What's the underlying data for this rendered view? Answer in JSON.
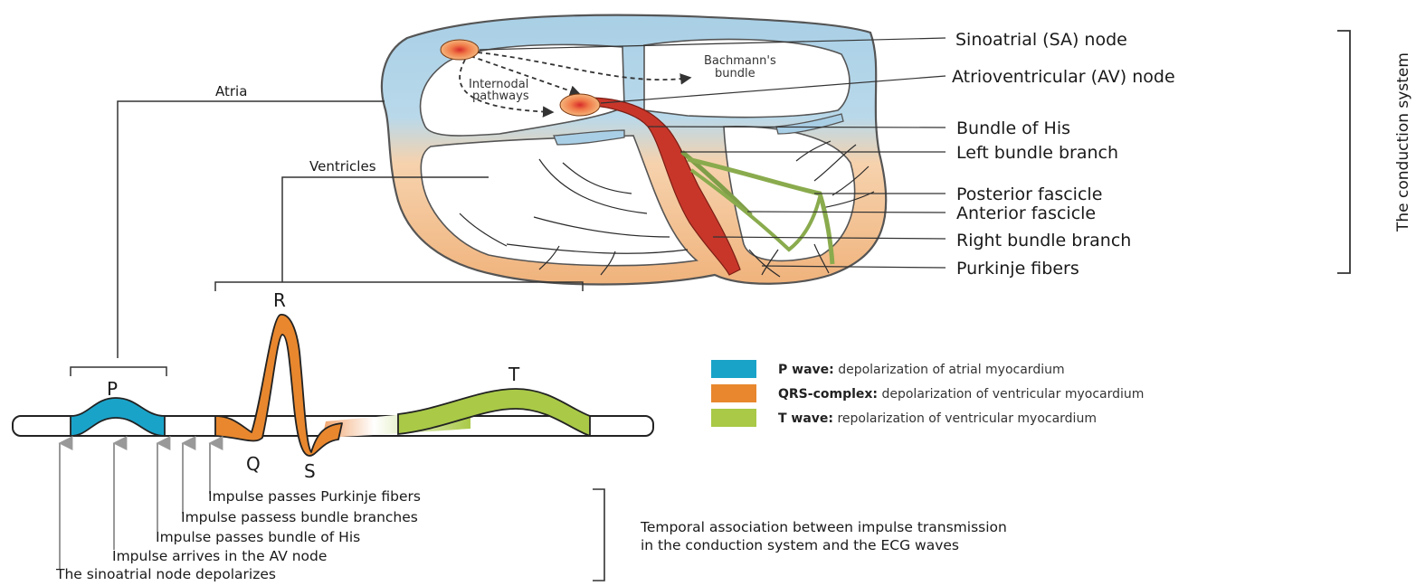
{
  "heart": {
    "internodal": [
      "Internodal",
      "pathways"
    ],
    "bachmann": [
      "Bachmann's",
      "bundle"
    ]
  },
  "parts": [
    "Sinoatrial (SA) node",
    "Atrioventricular (AV) node",
    "Bundle of His",
    "Left bundle branch",
    "Posterior fascicle",
    "Anterior fascicle",
    "Right bundle branch",
    "Purkinje fibers"
  ],
  "side_label": "The conduction system",
  "regions": {
    "atria": "Atria",
    "ventricles": "Ventricles"
  },
  "waves": {
    "p": "P",
    "q": "Q",
    "r": "R",
    "s": "S",
    "t": "T"
  },
  "legend": [
    {
      "term": "P wave:",
      "text": " depolarization of atrial myocardium",
      "color": "#1aa3c9"
    },
    {
      "term": "QRS-complex:",
      "text": " depolarization of ventricular myocardium",
      "color": "#e8872e"
    },
    {
      "term": "T wave:",
      "text": " repolarization of ventricular myocardium",
      "color": "#a9c947"
    }
  ],
  "impulses": [
    "Impulse passes Purkinje fibers",
    "Impulse passess bundle branches",
    "Impulse passes bundle of His",
    "Impulse arrives in the AV node",
    "The sinoatrial node depolarizes"
  ],
  "temporal": [
    "Temporal association between impulse transmission",
    "in the conduction system and the ECG waves"
  ]
}
